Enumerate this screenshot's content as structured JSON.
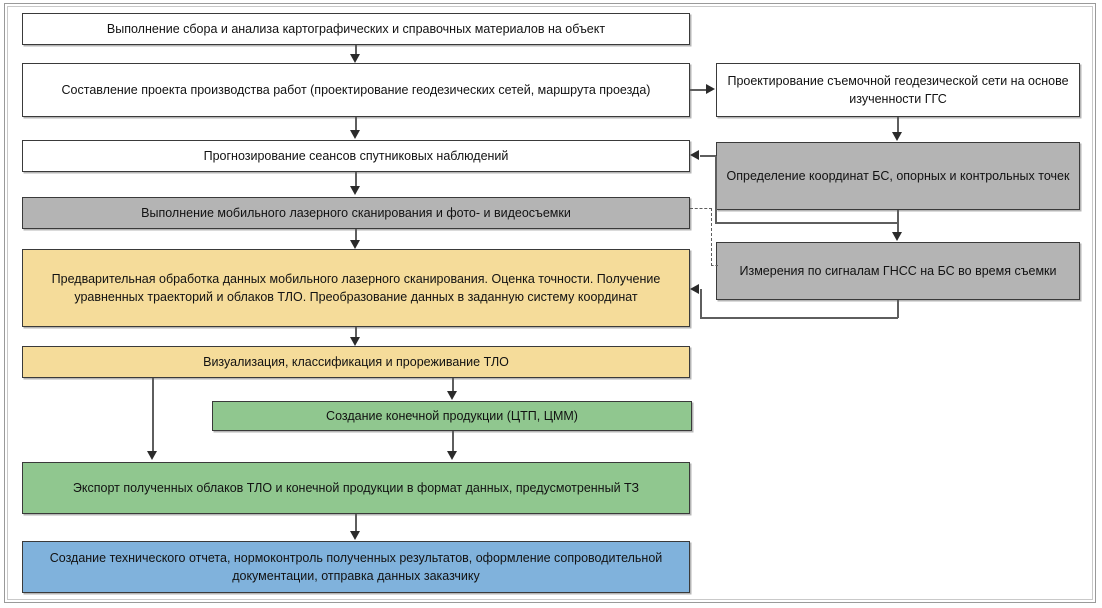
{
  "diagram": {
    "title_present": false,
    "colors": {
      "white": "#ffffff",
      "gray": "#b4b4b4",
      "yellow": "#f5dc9a",
      "green": "#90c78f",
      "blue": "#80b2dc",
      "node_border": "#3a3a3a",
      "connector": "#5e5e5e",
      "arrowhead": "#2b2b2b",
      "frame_outer": "#9a9a9a",
      "frame_inner": "#c9c9c9"
    },
    "nodes": {
      "collect_analysis": "Выполнение сбора и анализа картографических и справочных материалов на объект",
      "work_project": "Составление проекта производства работ (проектирование геодезических сетей, маршрута проезда)",
      "survey_net_design": "Проектирование съемочной геодезической сети на основе изученности ГГС",
      "satellite_sessions": "Прогнозирование сеансов спутниковых наблюдений",
      "base_station_coords": "Определение координат БС, опорных и контрольных точек",
      "mobile_laser_scanning": "Выполнение мобильного лазерного сканирования и фото- и видеосъемки",
      "gnss_measurements": "Измерения по сигналам ГНСС на БС во время съемки",
      "preprocessing": "Предварительная обработка данных мобильного лазерного сканирования. Оценка точности. Получение уравненных траекторий и облаков ТЛО. Преобразование данных в заданную систему координат",
      "visualization": "Визуализация, классификация и прореживание ТЛО",
      "final_products": "Создание конечной продукции (ЦТП, ЦММ)",
      "export": "Экспорт полученных облаков ТЛО и конечной продукции в формат данных, предусмотренный ТЗ",
      "technical_report": "Создание технического отчета, нормоконтроль полученных результатов, оформление сопроводительной документации, отправка данных заказчику"
    },
    "edges": [
      {
        "from": "collect_analysis",
        "to": "work_project",
        "style": "solid"
      },
      {
        "from": "work_project",
        "to": "survey_net_design",
        "style": "solid"
      },
      {
        "from": "work_project",
        "to": "satellite_sessions",
        "style": "solid"
      },
      {
        "from": "survey_net_design",
        "to": "base_station_coords",
        "style": "solid"
      },
      {
        "from": "base_station_coords",
        "to": "satellite_sessions",
        "style": "solid"
      },
      {
        "from": "base_station_coords",
        "to": "gnss_measurements",
        "style": "solid"
      },
      {
        "from": "satellite_sessions",
        "to": "mobile_laser_scanning",
        "style": "solid"
      },
      {
        "from": "mobile_laser_scanning",
        "to": "gnss_measurements",
        "style": "dashed"
      },
      {
        "from": "mobile_laser_scanning",
        "to": "preprocessing",
        "style": "solid"
      },
      {
        "from": "gnss_measurements",
        "to": "preprocessing",
        "style": "solid"
      },
      {
        "from": "preprocessing",
        "to": "visualization",
        "style": "solid"
      },
      {
        "from": "visualization",
        "to": "final_products",
        "style": "solid"
      },
      {
        "from": "visualization",
        "to": "export",
        "style": "solid"
      },
      {
        "from": "final_products",
        "to": "export",
        "style": "solid"
      },
      {
        "from": "export",
        "to": "technical_report",
        "style": "solid"
      }
    ]
  }
}
